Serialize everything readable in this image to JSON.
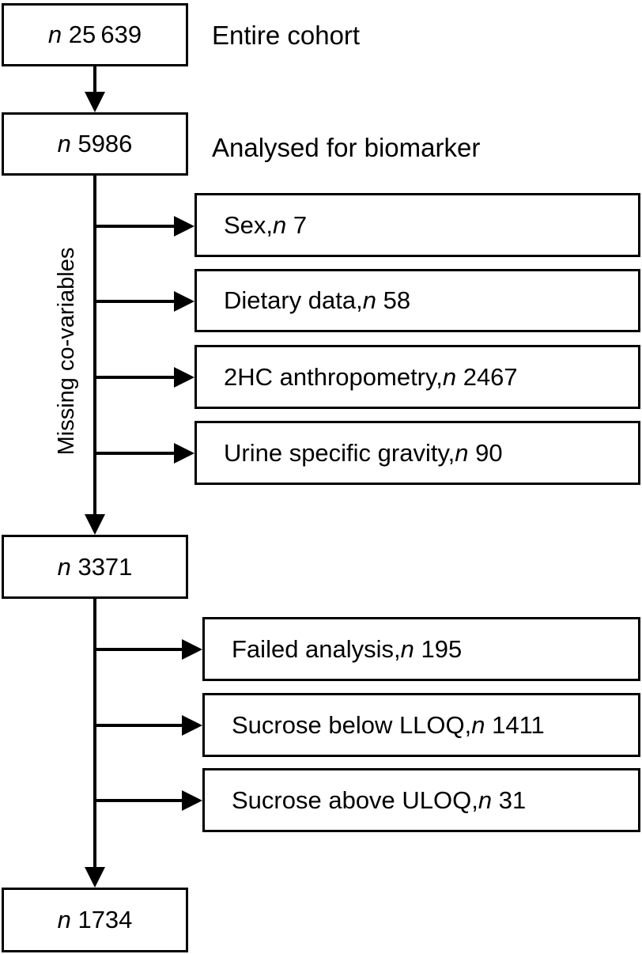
{
  "n_symbol": "n",
  "main_steps": [
    {
      "n": "25 639",
      "label": "Entire cohort"
    },
    {
      "n": "5986",
      "label": "Analysed for biomarker"
    },
    {
      "n": "3371",
      "label": ""
    },
    {
      "n": "1734",
      "label": ""
    }
  ],
  "missing_covariables": {
    "title": "Missing co-variables",
    "items": [
      {
        "label": "Sex, ",
        "n": "7"
      },
      {
        "label": "Dietary data, ",
        "n": "58"
      },
      {
        "label": "2HC anthropometry, ",
        "n": "2467"
      },
      {
        "label": "Urine specific gravity, ",
        "n": "90"
      }
    ]
  },
  "analysis_exclusions": {
    "items": [
      {
        "label": "Failed analysis, ",
        "n": "195"
      },
      {
        "label": "Sucrose below LLOQ, ",
        "n": "1411"
      },
      {
        "label": "Sucrose above ULOQ, ",
        "n": "31"
      }
    ]
  }
}
